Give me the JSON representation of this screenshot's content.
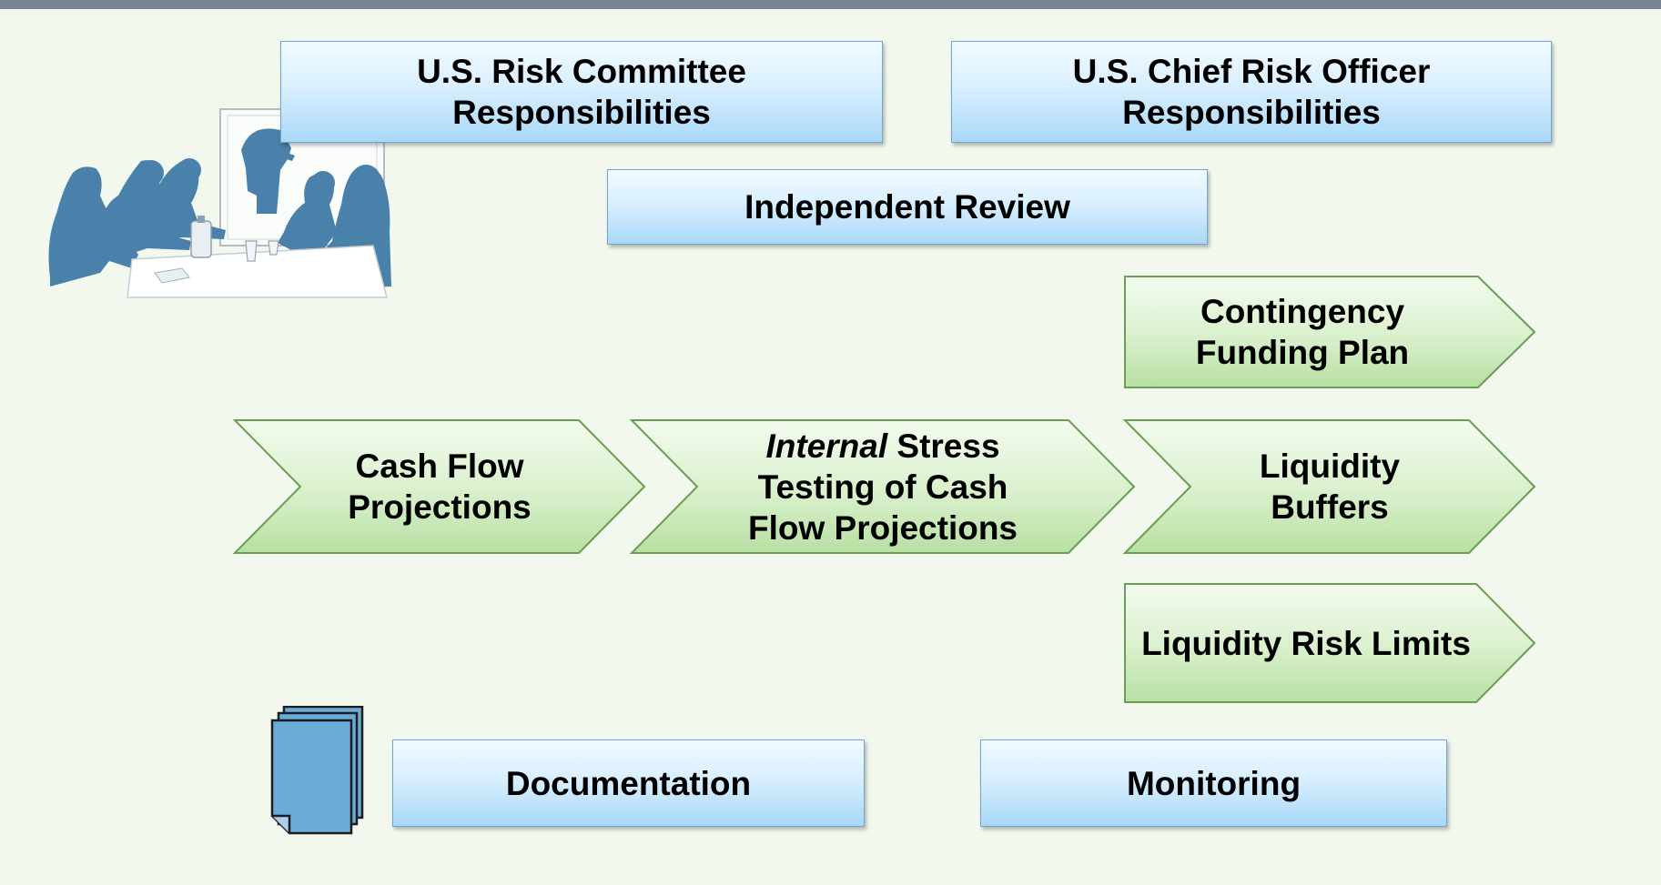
{
  "colors": {
    "background": "#f2f8ee",
    "top_bar": "#7a8593",
    "blue_box_fill": "#cfe9fc",
    "blue_box_border": "#6fa7d0",
    "green_arrow_fill": "#cfeac0",
    "green_arrow_border": "#6a9e52",
    "silhouette": "#4a81aa",
    "document_icon": "#6aabd8"
  },
  "icons": {
    "meeting": "meeting-silhouette-icon",
    "documents": "document-stack-icon"
  },
  "boxes": {
    "risk_committee": {
      "line1": "U.S. Risk Committee",
      "line2": "Responsibilities"
    },
    "chief_risk_officer": {
      "line1": "U.S. Chief Risk Officer",
      "line2": "Responsibilities"
    },
    "independent_review": {
      "label": "Independent Review"
    },
    "documentation": {
      "label": "Documentation"
    },
    "monitoring": {
      "label": "Monitoring"
    }
  },
  "arrows": {
    "cash_flow": {
      "line1": "Cash Flow",
      "line2": "Projections"
    },
    "stress_testing": {
      "line1_italic": "Internal",
      "line1_rest": " Stress",
      "line2": "Testing of Cash",
      "line3": "Flow Projections"
    },
    "contingency": {
      "line1": "Contingency",
      "line2": "Funding Plan"
    },
    "buffers": {
      "line1": "Liquidity",
      "line2": "Buffers"
    },
    "limits": {
      "label": "Liquidity Risk Limits"
    }
  }
}
